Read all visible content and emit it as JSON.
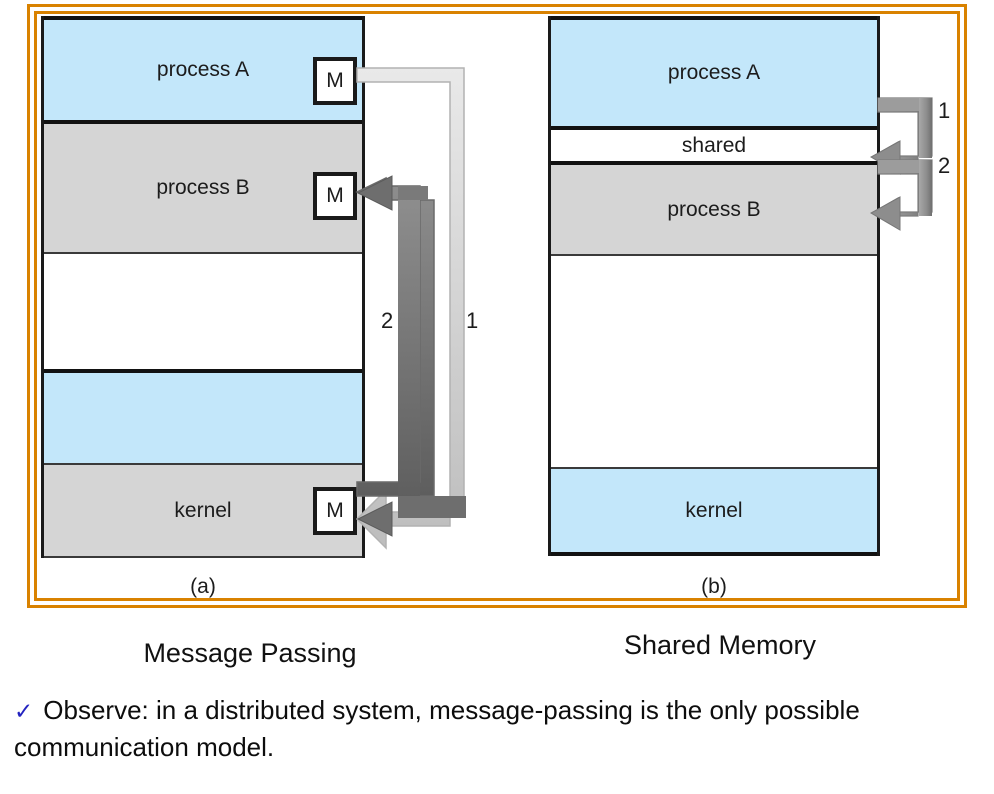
{
  "figure": {
    "panel_a": {
      "caption": "(a)",
      "title": "Message Passing",
      "blocks": [
        {
          "label": "process A",
          "fill": "blue"
        },
        {
          "label": "process B",
          "fill": "gray"
        },
        {
          "label": "",
          "fill": "white"
        },
        {
          "label": "",
          "fill": "blue"
        },
        {
          "label": "kernel",
          "fill": "gray"
        }
      ],
      "message_boxes": [
        {
          "label": "M",
          "attached_to": "process A"
        },
        {
          "label": "M",
          "attached_to": "process B"
        },
        {
          "label": "M",
          "attached_to": "kernel"
        }
      ],
      "arrows": [
        {
          "label": "1",
          "from": "process A M",
          "to": "kernel M",
          "color": "#c9c9c9"
        },
        {
          "label": "2",
          "from": "kernel M",
          "to": "process B M",
          "color": "#767676"
        }
      ]
    },
    "panel_b": {
      "caption": "(b)",
      "title": "Shared Memory",
      "blocks": [
        {
          "label": "process A",
          "fill": "blue"
        },
        {
          "label": "shared",
          "fill": "white"
        },
        {
          "label": "process B",
          "fill": "gray"
        },
        {
          "label": "",
          "fill": "white"
        },
        {
          "label": "kernel",
          "fill": "blue"
        }
      ],
      "arrows": [
        {
          "label": "1",
          "to": "shared",
          "color": "#8a8a8a"
        },
        {
          "label": "2",
          "to": "shared",
          "color": "#8a8a8a"
        }
      ]
    },
    "colors": {
      "frame": "#d98200",
      "process_blue": "#c3e7fa",
      "process_gray": "#d5d5d5",
      "outline": "#1a1a1a",
      "check": "#2424c0"
    }
  },
  "bullet": {
    "icon": "check-icon",
    "text": "Observe: in a distributed system, message-passing is the only possible communication model."
  }
}
